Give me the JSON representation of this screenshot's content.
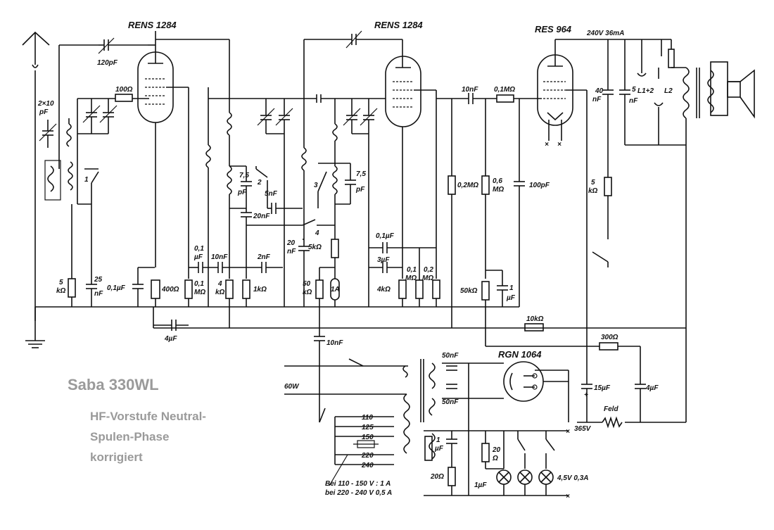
{
  "title": "Saba 330WL",
  "subtitle_lines": [
    "HF-Vorstufe Neutral-",
    "Spulen-Phase",
    "korrigiert"
  ],
  "tubes": {
    "v1": "RENS 1284",
    "v2": "RENS 1284",
    "v3": "RES 964",
    "rect": "RGN 1064"
  },
  "labels": {
    "c120": "120pF",
    "c2x10": "2×10",
    "c2x10u": "pF",
    "r100": "100Ω",
    "c10n_a": "10nF",
    "r01m_a": "0,1MΩ",
    "v240": "240V 36mA",
    "c40": "40",
    "c40u": "nF",
    "c5": "5",
    "c5u": "nF",
    "l12": "L1+2",
    "l2": "L2",
    "c75a": "7,5",
    "c75au": "pF",
    "sw2": "2",
    "c5n": "5nF",
    "sw3": "3",
    "c75b": "7,5",
    "c75bu": "pF",
    "c20n_a": "20nF",
    "sw4": "4",
    "r02m_a": "0,2MΩ",
    "r06m": "0,6",
    "r06mu": "MΩ",
    "c100p": "100pF",
    "r5k_a": "5",
    "r5k_au": "kΩ",
    "c01u_a": "0,1µF",
    "sw1": "1",
    "r5k_b": "5",
    "r5k_bu": "kΩ",
    "c25": "25",
    "c25u": "nF",
    "c01u_b": "0,1µF",
    "r400": "400Ω",
    "c01_c": "0,1",
    "c01_cu": "µF",
    "c10n_b": "10nF",
    "r01m_b": "0,1",
    "r01m_bu": "MΩ",
    "r4k": "4",
    "r4ku": "kΩ",
    "c2n": "2nF",
    "r1k": "1kΩ",
    "c20n_b": "20",
    "c20n_bu": "nF",
    "r5k_c": "5kΩ",
    "r50k_a": "50",
    "r50k_au": "kΩ",
    "fuse": "1A",
    "c3u": "3µF",
    "r4k_b": "4kΩ",
    "r01m_c": "0,1",
    "r01m_cu": "MΩ",
    "r02m_b": "0,2",
    "r02m_bu": "MΩ",
    "r50k_b": "50kΩ",
    "c1u_a": "1",
    "c1u_au": "µF",
    "c4u_a": "4µF",
    "r10k": "10kΩ",
    "c10n_c": "10nF",
    "r300": "300Ω",
    "c50n_a": "50nF",
    "c50n_b": "50nF",
    "c15u": "15µF",
    "c4u_b": "4µF",
    "w60": "60W",
    "feld": "Feld",
    "v365": "365V",
    "t110": "110",
    "t125": "125",
    "t150": "150",
    "t220": "220",
    "t240": "240",
    "c1u_b": "1",
    "c1u_bu": "µF",
    "r20a": "20",
    "r20au": "Ω",
    "r20b": "20Ω",
    "c1u_c": "1µF",
    "lamp": "4,5V 0,3A",
    "note1": "Bei  110 - 150 V : 1 A",
    "note2": "bei  220 - 240 V  0,5 A"
  }
}
